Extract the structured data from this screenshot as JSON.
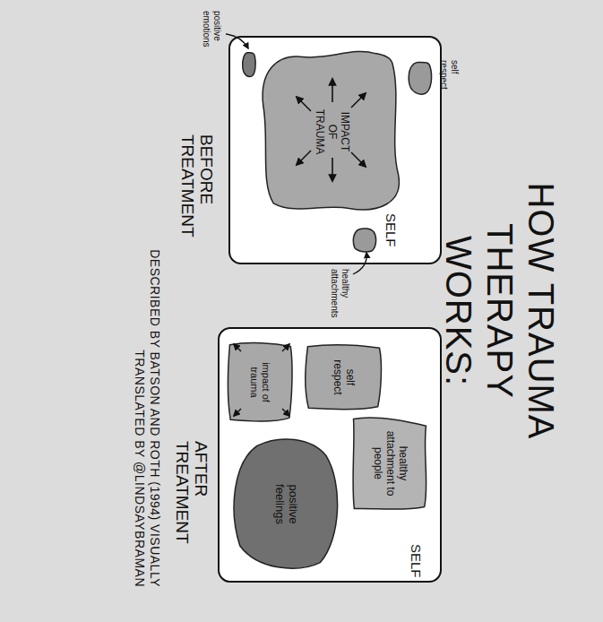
{
  "diagram": {
    "title": "HOW TRAUMA THERAPY WORKS:",
    "caption": "DESCRIBED BY BATSON AND ROTH (1994) VISUALLY TRANSLATED BY @LINDSAYBRAMAN",
    "nodes": [
      {
        "text": [
          "SELF",
          "BEFORE TREATMENT"
        ]
      },
      {
        "text": [
          "IMPACT OF TRAUMA"
        ],
        "in": 0
      },
      {
        "text": [
          "self respect"
        ],
        "in": 0
      },
      {
        "text": [
          "healthy attachments"
        ],
        "in": 0
      },
      {
        "text": [
          "positive emotions"
        ],
        "in": 0
      },
      {
        "text": [
          "SELF",
          "AFTER TREATMENT"
        ]
      },
      {
        "text": [
          "healthy attachment to people"
        ],
        "in": 5
      },
      {
        "text": [
          "self respect"
        ],
        "in": 5
      },
      {
        "text": [
          "positive feelings"
        ],
        "in": 5
      },
      {
        "text": [
          "impact of trauma"
        ],
        "in": 5
      }
    ]
  }
}
